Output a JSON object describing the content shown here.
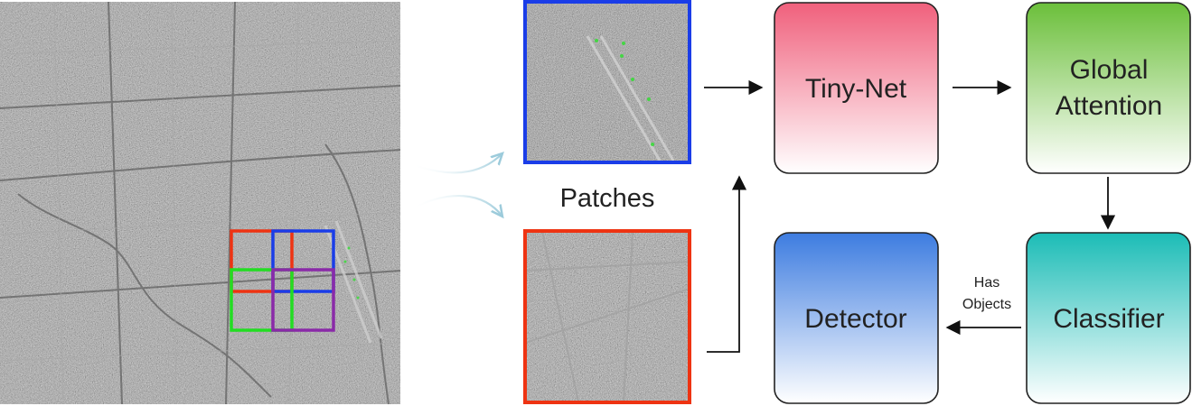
{
  "labels": {
    "patches": "Patches",
    "has_objects_line1": "Has",
    "has_objects_line2": "Objects"
  },
  "boxes": {
    "tiny_net": "Tiny-Net",
    "global_attention_line1": "Global",
    "global_attention_line2": "Attention",
    "classifier": "Classifier",
    "detector": "Detector"
  },
  "colors": {
    "tiny_net_top": "#f0607c",
    "global_attention_top": "#6bbf3a",
    "classifier_top": "#1bbcb6",
    "detector_top": "#3d7ce0",
    "patch_blue": "#1a3de8",
    "patch_red": "#ee3312",
    "patch_green": "#22dd22",
    "patch_purple": "#8a2aa8",
    "arrow": "#111111",
    "curve": "#bcdde8"
  },
  "icons": {
    "satellite_image": "satellite-image",
    "patch_image": "satellite-patch-image"
  }
}
